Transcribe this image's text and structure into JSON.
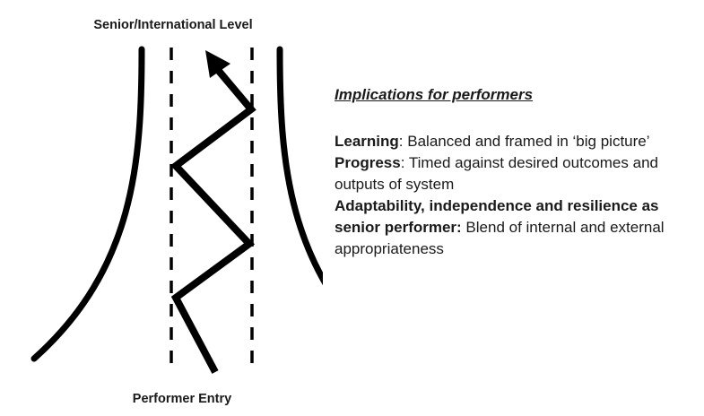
{
  "labels": {
    "top": "Senior/International Level",
    "bottom": "Performer Entry"
  },
  "panel": {
    "title": "Implications for performers",
    "learning_term": "Learning",
    "learning_text": ": Balanced and framed in ‘big picture’",
    "progress_term": "Progress",
    "progress_text": ": Timed against desired outcomes and outputs of system",
    "adapt_term": "Adaptability, independence and resilience as senior performer:",
    "adapt_text": " Blend of internal and external appropriateness"
  }
}
